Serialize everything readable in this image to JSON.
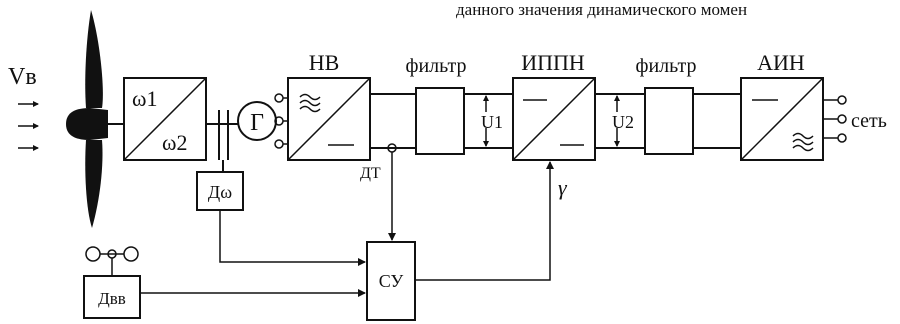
{
  "caption_fragment": "данного значения динамического момен",
  "wind": {
    "label": "Vв"
  },
  "gearbox": {
    "input": "ω1",
    "output": "ω2"
  },
  "generator": {
    "label": "Г"
  },
  "rectifier": {
    "label": "НВ"
  },
  "filter_1": {
    "label": "фильтр"
  },
  "voltage_1": {
    "label": "U1"
  },
  "converter": {
    "label": "ИППН"
  },
  "filter_2": {
    "label": "фильтр"
  },
  "voltage_2": {
    "label": "U2"
  },
  "inverter": {
    "label": "АИН"
  },
  "grid": {
    "label": "сеть"
  },
  "speed_sensor": {
    "label": "Дω"
  },
  "current_sensor": {
    "label": "ДТ"
  },
  "wind_sensor": {
    "label": "Двв"
  },
  "control_system": {
    "label": "СУ"
  },
  "control_signal": {
    "label": "γ"
  }
}
